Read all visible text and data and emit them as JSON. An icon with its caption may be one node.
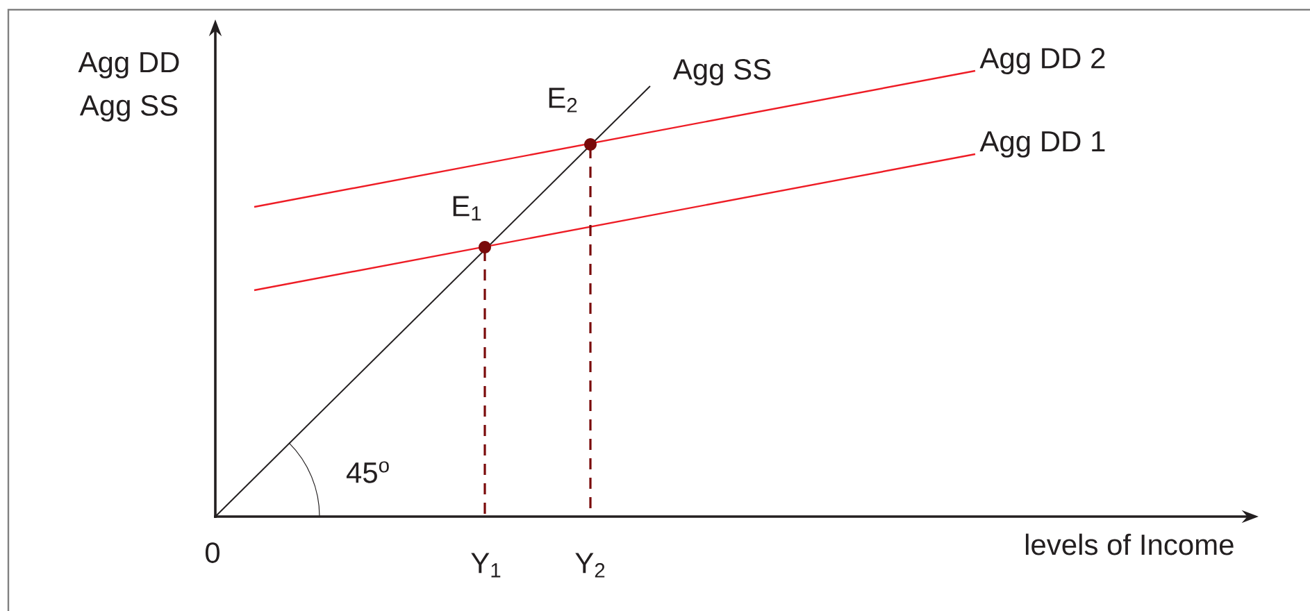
{
  "diagram": {
    "labels": [
      "Agg DD",
      "Agg SS",
      "E$_{2}$",
      "Agg SS",
      "Agg DD 2",
      "Agg DD 1",
      "E$_{1}$",
      "45$^{o}$",
      "0",
      "levels of Income",
      "Y$_{1}$",
      "Y$_{2}$"
    ]
  }
}
